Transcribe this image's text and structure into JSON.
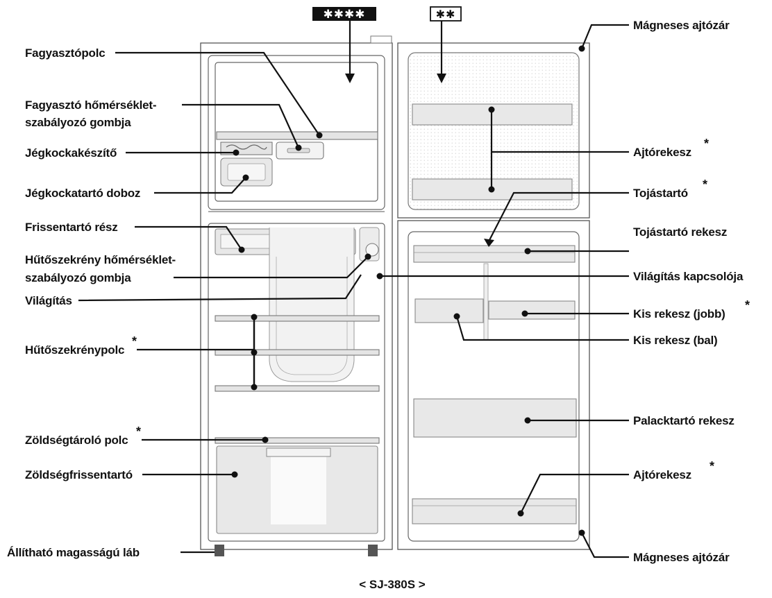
{
  "symbols": {
    "freezer_rating": "✱✱✱✱",
    "door_rating": "✱✱"
  },
  "labels_left": [
    {
      "id": "freezer-shelf",
      "text": "Fagyasztópolc",
      "line2": "",
      "star": ""
    },
    {
      "id": "freezer-temp-knob",
      "text": "Fagyasztó hőmérséklet-",
      "line2": "szabályozó gombja",
      "star": ""
    },
    {
      "id": "ice-maker",
      "text": "Jégkockakészítő",
      "line2": "",
      "star": ""
    },
    {
      "id": "ice-box",
      "text": "Jégkockatartó doboz",
      "line2": "",
      "star": ""
    },
    {
      "id": "chiller",
      "text": "Frissentartó rész",
      "line2": "",
      "star": ""
    },
    {
      "id": "fridge-temp-knob",
      "text": "Hűtőszekrény hőmérséklet-",
      "line2": "szabályozó gombja",
      "star": ""
    },
    {
      "id": "light",
      "text": "Világítás",
      "line2": "",
      "star": ""
    },
    {
      "id": "fridge-shelf",
      "text": "Hűtőszekrénypolc",
      "line2": "",
      "star": "*"
    },
    {
      "id": "veg-shelf",
      "text": "Zöldségtároló polc",
      "line2": "",
      "star": "*"
    },
    {
      "id": "crisper",
      "text": "Zöldségfrissentartó",
      "line2": "",
      "star": ""
    },
    {
      "id": "leg",
      "text": "Állítható magasságú láb",
      "line2": "",
      "star": ""
    }
  ],
  "labels_right": [
    {
      "id": "gasket-top",
      "text": "Mágneses ajtózár",
      "star": ""
    },
    {
      "id": "door-pocket-top",
      "text": "Ajtórekesz",
      "star": "*"
    },
    {
      "id": "egg-tray",
      "text": "Tojástartó",
      "star": "*"
    },
    {
      "id": "egg-pocket",
      "text": "Tojástartó rekesz",
      "star": ""
    },
    {
      "id": "light-switch",
      "text": "Világítás kapcsolója",
      "star": ""
    },
    {
      "id": "small-pocket-right",
      "text": "Kis rekesz (jobb)",
      "star": "*"
    },
    {
      "id": "small-pocket-left",
      "text": "Kis rekesz (bal)",
      "star": ""
    },
    {
      "id": "bottle-pocket",
      "text": "Palacktartó rekesz",
      "star": ""
    },
    {
      "id": "door-pocket-bottom",
      "text": "Ajtórekesz",
      "star": "*"
    },
    {
      "id": "gasket-bottom",
      "text": "Mágneses ajtózár",
      "star": ""
    }
  ],
  "caption": "< SJ-380S >"
}
